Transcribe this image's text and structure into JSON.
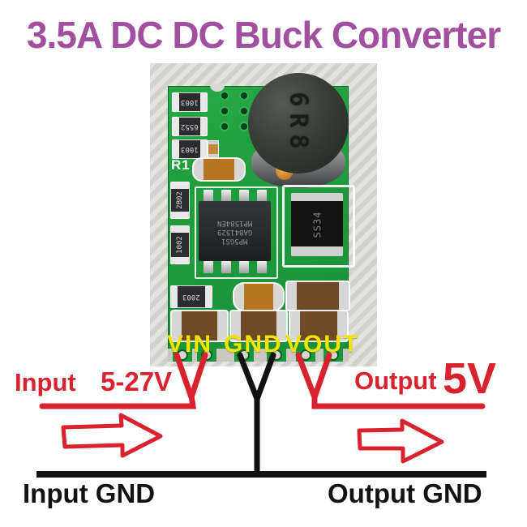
{
  "title": "3.5A DC DC Buck Converter",
  "colors": {
    "title": "#a14f9f",
    "red": "#d8232f",
    "yellow": "#f2e400",
    "pcb-green": "#1f9c3c",
    "wire-black": "#111111"
  },
  "module": {
    "silkscreen_r1": "R1",
    "pins": [
      "VIN",
      "GND",
      "VOUT"
    ],
    "components": {
      "res_top": "1003",
      "res_mid": "6552",
      "res_low": "1003",
      "res_2b02": "2B02",
      "res_1002": "1002",
      "res_2003": "2003",
      "inductor": "6R8",
      "ic_lines": [
        "MP1584EN",
        "GA841529",
        "MP5GS1"
      ],
      "diode": "SS34"
    }
  },
  "annotations": {
    "input_label": "Input",
    "input_range": "5-27V",
    "output_label": "Output",
    "output_voltage": "5V",
    "input_gnd": "Input GND",
    "output_gnd": "Output GND"
  }
}
